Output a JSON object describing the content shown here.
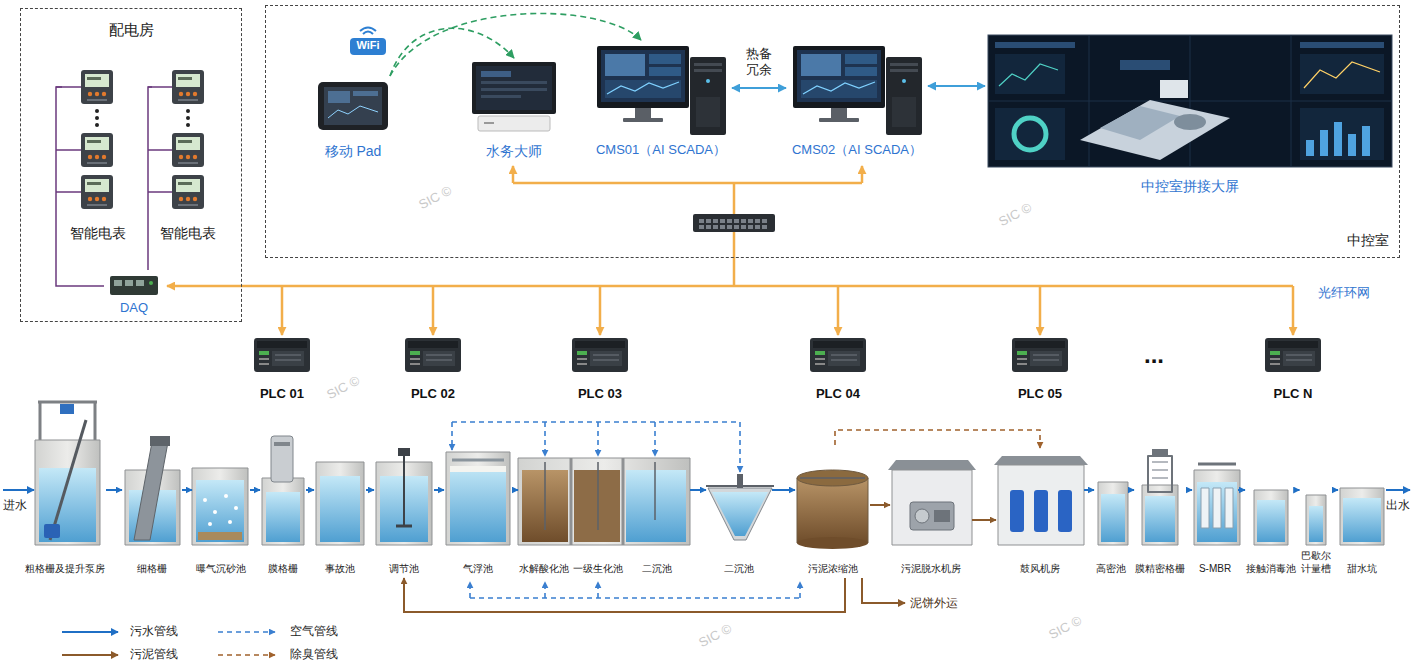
{
  "diagram": {
    "nodes": [
      {
        "text": [
          "配电房"
        ]
      },
      {
        "text": [
          "智能电表"
        ],
        "in": 0
      },
      {
        "text": [
          "智能电表"
        ],
        "in": 0
      },
      {
        "text": [
          "DAQ"
        ],
        "in": 0
      },
      {
        "text": [
          "中控室"
        ]
      },
      {
        "text": [
          "移动 Pad"
        ],
        "in": 4
      },
      {
        "text": [
          "水务大师"
        ],
        "in": 4
      },
      {
        "text": [
          "CMS01（AI SCADA）"
        ],
        "in": 4
      },
      {
        "text": [
          "CMS02（AI SCADA）"
        ],
        "in": 4
      },
      {
        "text": [
          "中控室拼接大屏"
        ],
        "in": 4
      },
      {
        "text": [
          "PLC 01"
        ]
      },
      {
        "text": [
          "PLC 02"
        ]
      },
      {
        "text": [
          "PLC 03"
        ]
      },
      {
        "text": [
          "PLC 04"
        ]
      },
      {
        "text": [
          "PLC 05"
        ]
      },
      {
        "text": [
          "PLC N"
        ]
      },
      {
        "text": [
          "粗格栅及提升泵房"
        ]
      },
      {
        "text": [
          "细格栅"
        ]
      },
      {
        "text": [
          "曝气沉砂池"
        ]
      },
      {
        "text": [
          "膜格栅"
        ]
      },
      {
        "text": [
          "事故池"
        ]
      },
      {
        "text": [
          "调节池"
        ]
      },
      {
        "text": [
          "气浮池"
        ]
      },
      {
        "text": [
          "水解酸化池"
        ]
      },
      {
        "text": [
          "一级生化池"
        ]
      },
      {
        "text": [
          "二沉池"
        ]
      },
      {
        "text": [
          "二沉池"
        ]
      },
      {
        "text": [
          "污泥浓缩池"
        ]
      },
      {
        "text": [
          "污泥脱水机房"
        ]
      },
      {
        "text": [
          "鼓风机房"
        ]
      },
      {
        "text": [
          "高密池"
        ]
      },
      {
        "text": [
          "膜精密格栅"
        ]
      },
      {
        "text": [
          "S-MBR"
        ]
      },
      {
        "text": [
          "接触消毒池"
        ]
      },
      {
        "text": [
          "巴歇尔 计量槽"
        ]
      },
      {
        "text": [
          "甜水坑"
        ]
      }
    ],
    "edges": [
      {
        "from": 5,
        "to": 6,
        "arrow": "to"
      },
      {
        "from": 5,
        "to": 7,
        "arrow": "to"
      },
      {
        "from": 7,
        "to": 8,
        "label": "热备 冗余",
        "arrow": "both"
      },
      {
        "from": 8,
        "to": 9,
        "arrow": "both"
      },
      {
        "from": 1,
        "to": 3,
        "arrow": "none"
      },
      {
        "from": 2,
        "to": 3,
        "arrow": "none"
      },
      {
        "from": 16,
        "to": 17,
        "arrow": "to"
      },
      {
        "from": 17,
        "to": 18,
        "arrow": "to"
      },
      {
        "from": 18,
        "to": 19,
        "arrow": "to"
      },
      {
        "from": 19,
        "to": 20,
        "arrow": "to"
      },
      {
        "from": 20,
        "to": 21,
        "arrow": "to"
      },
      {
        "from": 21,
        "to": 22,
        "arrow": "to"
      },
      {
        "from": 22,
        "to": 23,
        "arrow": "to"
      },
      {
        "from": 25,
        "to": 26,
        "arrow": "to"
      },
      {
        "from": 26,
        "to": 27,
        "arrow": "to"
      },
      {
        "from": 27,
        "to": 28,
        "arrow": "to"
      },
      {
        "from": 28,
        "to": 29,
        "arrow": "to"
      },
      {
        "from": 29,
        "to": 30,
        "arrow": "to"
      },
      {
        "from": 30,
        "to": 31,
        "arrow": "to"
      },
      {
        "from": 31,
        "to": 32,
        "arrow": "to"
      },
      {
        "from": 32,
        "to": 33,
        "arrow": "to"
      },
      {
        "from": 33,
        "to": 34,
        "arrow": "to"
      },
      {
        "from": 34,
        "to": 35,
        "arrow": "to"
      },
      {
        "from": 27,
        "to": 29,
        "arrow": "to"
      },
      {
        "from": 27,
        "to": 21,
        "arrow": "to"
      }
    ],
    "labels": [
      "WiFi",
      "SIC ©",
      "SIC ©",
      "光纤环网",
      "SIC ©",
      "...",
      "进水",
      "出水",
      "泥饼外运",
      "SIC ©",
      "SIC ©"
    ],
    "legend": [
      {
        "text": "污水管线"
      },
      {
        "text": "空气管线"
      },
      {
        "text": "污泥管线"
      },
      {
        "text": "除臭管线"
      }
    ]
  }
}
